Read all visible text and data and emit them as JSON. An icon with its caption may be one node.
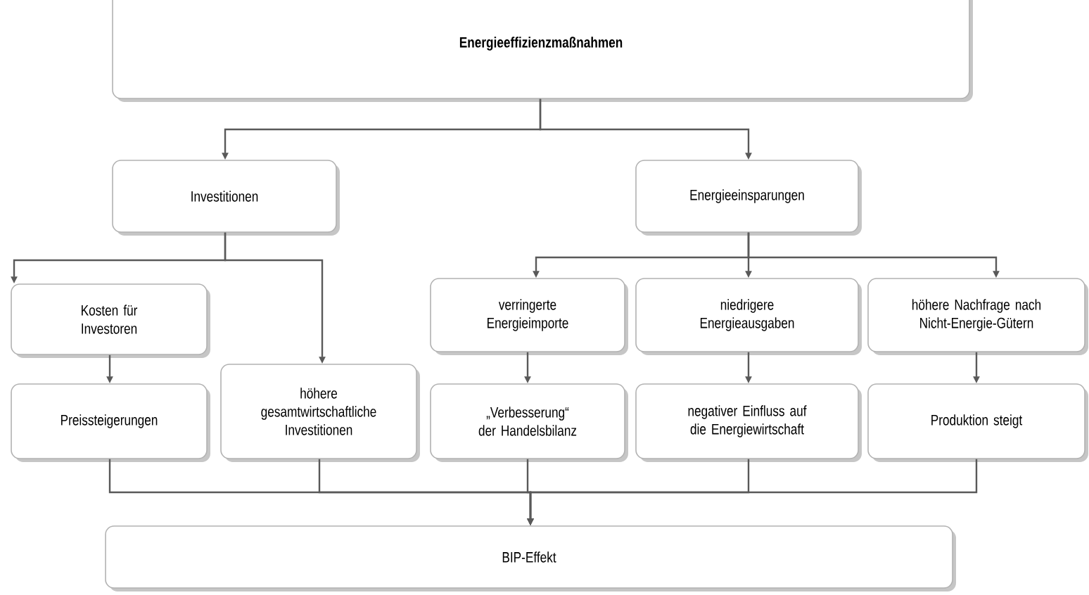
{
  "diagram": {
    "nodes": [
      {
        "text": [
          "Energieeffizienzmaßnahmen"
        ]
      },
      {
        "text": [
          "Investitionen"
        ]
      },
      {
        "text": [
          "Energieeinsparungen"
        ]
      },
      {
        "text": [
          "Kosten für Investoren"
        ]
      },
      {
        "text": [
          "Preissteigerungen"
        ]
      },
      {
        "text": [
          "höhere gesamtwirtschaftliche Investitionen"
        ]
      },
      {
        "text": [
          "verringerte Energieimporte"
        ]
      },
      {
        "text": [
          "niedrigere Energieausgaben"
        ]
      },
      {
        "text": [
          "höhere Nachfrage nach Nicht-Energie-Gütern"
        ]
      },
      {
        "text": [
          "„Verbesserung“ der Handelsbilanz"
        ]
      },
      {
        "text": [
          "negativer Einfluss auf die Energiewirtschaft"
        ]
      },
      {
        "text": [
          "Produktion steigt"
        ]
      },
      {
        "text": [
          "BIP-Effekt"
        ]
      }
    ],
    "edges": [
      {
        "from": 0,
        "to": 1,
        "arrow": "to"
      },
      {
        "from": 0,
        "to": 2,
        "arrow": "to"
      },
      {
        "from": 1,
        "to": 3,
        "arrow": "to"
      },
      {
        "from": 1,
        "to": 5,
        "arrow": "to"
      },
      {
        "from": 3,
        "to": 4,
        "arrow": "to"
      },
      {
        "from": 2,
        "to": 6,
        "arrow": "to"
      },
      {
        "from": 2,
        "to": 7,
        "arrow": "to"
      },
      {
        "from": 2,
        "to": 8,
        "arrow": "to"
      },
      {
        "from": 6,
        "to": 9,
        "arrow": "to"
      },
      {
        "from": 7,
        "to": 10,
        "arrow": "to"
      },
      {
        "from": 8,
        "to": 11,
        "arrow": "to"
      },
      {
        "from": 4,
        "to": 12,
        "arrow": "to"
      },
      {
        "from": 5,
        "to": 12,
        "arrow": "to"
      },
      {
        "from": 9,
        "to": 12,
        "arrow": "to"
      },
      {
        "from": 10,
        "to": 12,
        "arrow": "to"
      },
      {
        "from": 11,
        "to": 12,
        "arrow": "to"
      }
    ]
  }
}
